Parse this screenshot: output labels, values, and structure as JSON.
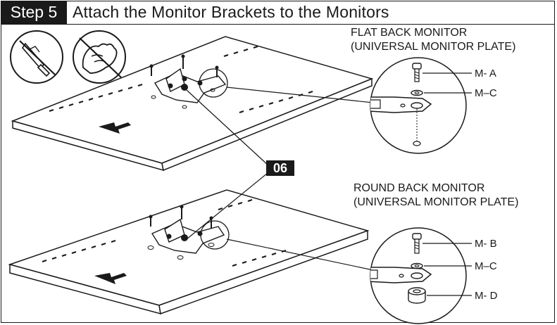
{
  "header": {
    "step_label": "Step 5",
    "title": "Attach the Monitor Brackets to the Monitors"
  },
  "callout_code": "06",
  "flat_back": {
    "title_line1": "FLAT BACK MONITOR",
    "title_line2": "(UNIVERSAL MONITOR PLATE)",
    "parts": [
      "M- A",
      "M–C"
    ]
  },
  "round_back": {
    "title_line1": "ROUND BACK MONITOR",
    "title_line2": "(UNIVERSAL MONITOR PLATE)",
    "parts": [
      "M- B",
      "M–C",
      "M- D"
    ]
  },
  "icons": [
    "no-power-tools-icon",
    "hand-tighten-icon"
  ],
  "colors": {
    "ink": "#1a1a1a",
    "paper": "#ffffff"
  }
}
